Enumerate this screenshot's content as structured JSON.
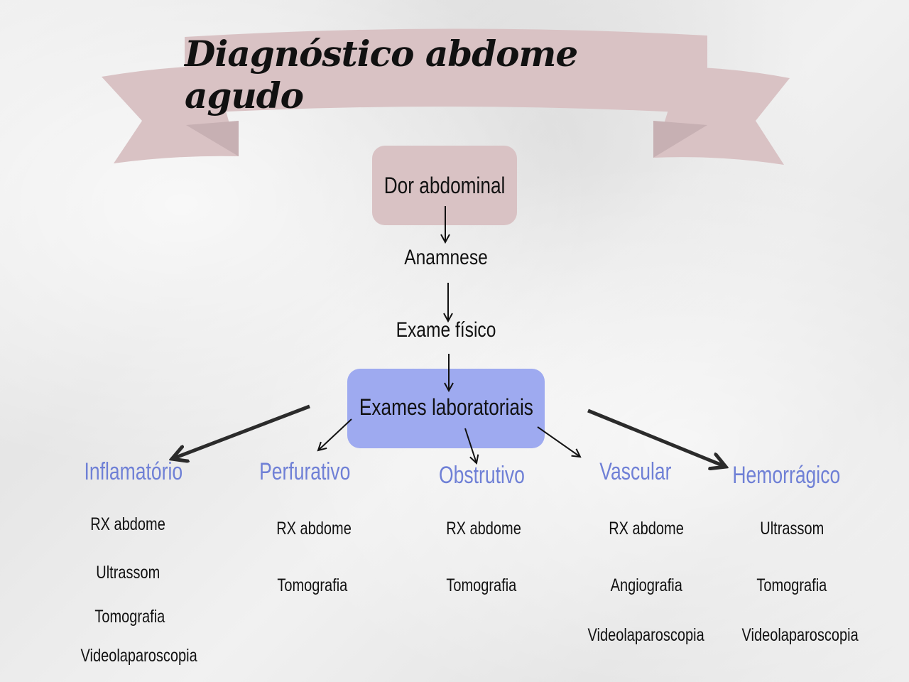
{
  "title": "Diagnóstico abdome agudo",
  "colors": {
    "ribbon": "#d9c2c4",
    "ribbon_shadow": "#c9b0b3",
    "pain_box": "#d9c2c4",
    "lab_box": "#9eaaf0",
    "category_text": "#6f80d6",
    "text": "#111111",
    "background": "#ececec"
  },
  "flow": {
    "start": "Dor abdominal",
    "step1": "Anamnese",
    "step2": "Exame físico",
    "step3": "Exames laboratoriais"
  },
  "categories": [
    {
      "label": "Inflamatório",
      "exams": [
        "RX abdome",
        "Ultrassom",
        "Tomografia",
        "Videolaparoscopia"
      ]
    },
    {
      "label": "Perfurativo",
      "exams": [
        "RX abdome",
        "Tomografia"
      ]
    },
    {
      "label": "Obstrutivo",
      "exams": [
        "RX abdome",
        "Tomografia"
      ]
    },
    {
      "label": "Vascular",
      "exams": [
        "RX abdome",
        "Angiografia",
        "Videolaparoscopia"
      ]
    },
    {
      "label": "Hemorrágico",
      "exams": [
        "Ultrassom",
        "Tomografia",
        "Videolaparoscopia"
      ]
    }
  ]
}
